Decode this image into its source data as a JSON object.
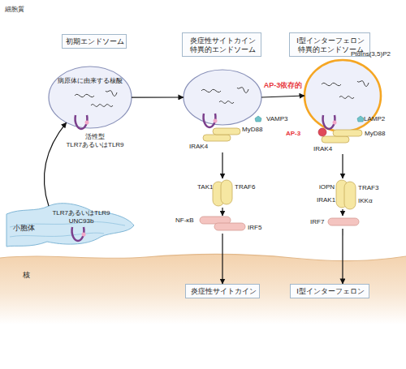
{
  "diagram": {
    "nodes": [
      {
        "text": [
          "初期エンドソーム"
        ]
      },
      {
        "text": [
          "炎症性サイトカイン 特異的エンドソーム"
        ]
      },
      {
        "text": [
          "I型インターフェロン 特異的エンドソーム"
        ]
      },
      {
        "text": [
          "病原体に由来する核酸",
          "活性型 TLR7あるいはTLR9"
        ]
      },
      {
        "text": [
          "VAMP3",
          "MyD88",
          "IRAK4"
        ]
      },
      {
        "text": [
          "PtdIns(3,5)P2",
          "AP-3",
          "LAMP2",
          "MyD88",
          "IRAK4"
        ]
      },
      {
        "text": [
          "TAK1",
          "TRAF6"
        ]
      },
      {
        "text": [
          "iOPN",
          "TRAF3",
          "IRAK1",
          "IKKα"
        ]
      },
      {
        "text": [
          "小胞体",
          "TLR7あるいはTLR9 UNC93b"
        ]
      },
      {
        "text": [
          "NF-κB",
          "IRF5"
        ]
      },
      {
        "text": [
          "IRF7"
        ]
      },
      {
        "text": [
          "核"
        ]
      },
      {
        "text": [
          "炎症性サイトカイン"
        ],
        "in": 11
      },
      {
        "text": [
          "I型インターフェロン"
        ],
        "in": 11
      }
    ],
    "edges": [
      {
        "from": 8,
        "to": 3,
        "arrow": "to"
      },
      {
        "from": 3,
        "to": 4,
        "arrow": "to"
      },
      {
        "from": 4,
        "to": 5,
        "label": "AP-3依存的",
        "arrow": "to"
      },
      {
        "from": 4,
        "to": 6,
        "arrow": "to"
      },
      {
        "from": 6,
        "to": 9,
        "arrow": "to"
      },
      {
        "from": 9,
        "to": 12,
        "arrow": "to"
      },
      {
        "from": 5,
        "to": 7,
        "arrow": "to"
      },
      {
        "from": 7,
        "to": 10,
        "arrow": "to"
      },
      {
        "from": 10,
        "to": 13,
        "arrow": "to"
      }
    ],
    "labels": [
      "細胞質"
    ]
  }
}
